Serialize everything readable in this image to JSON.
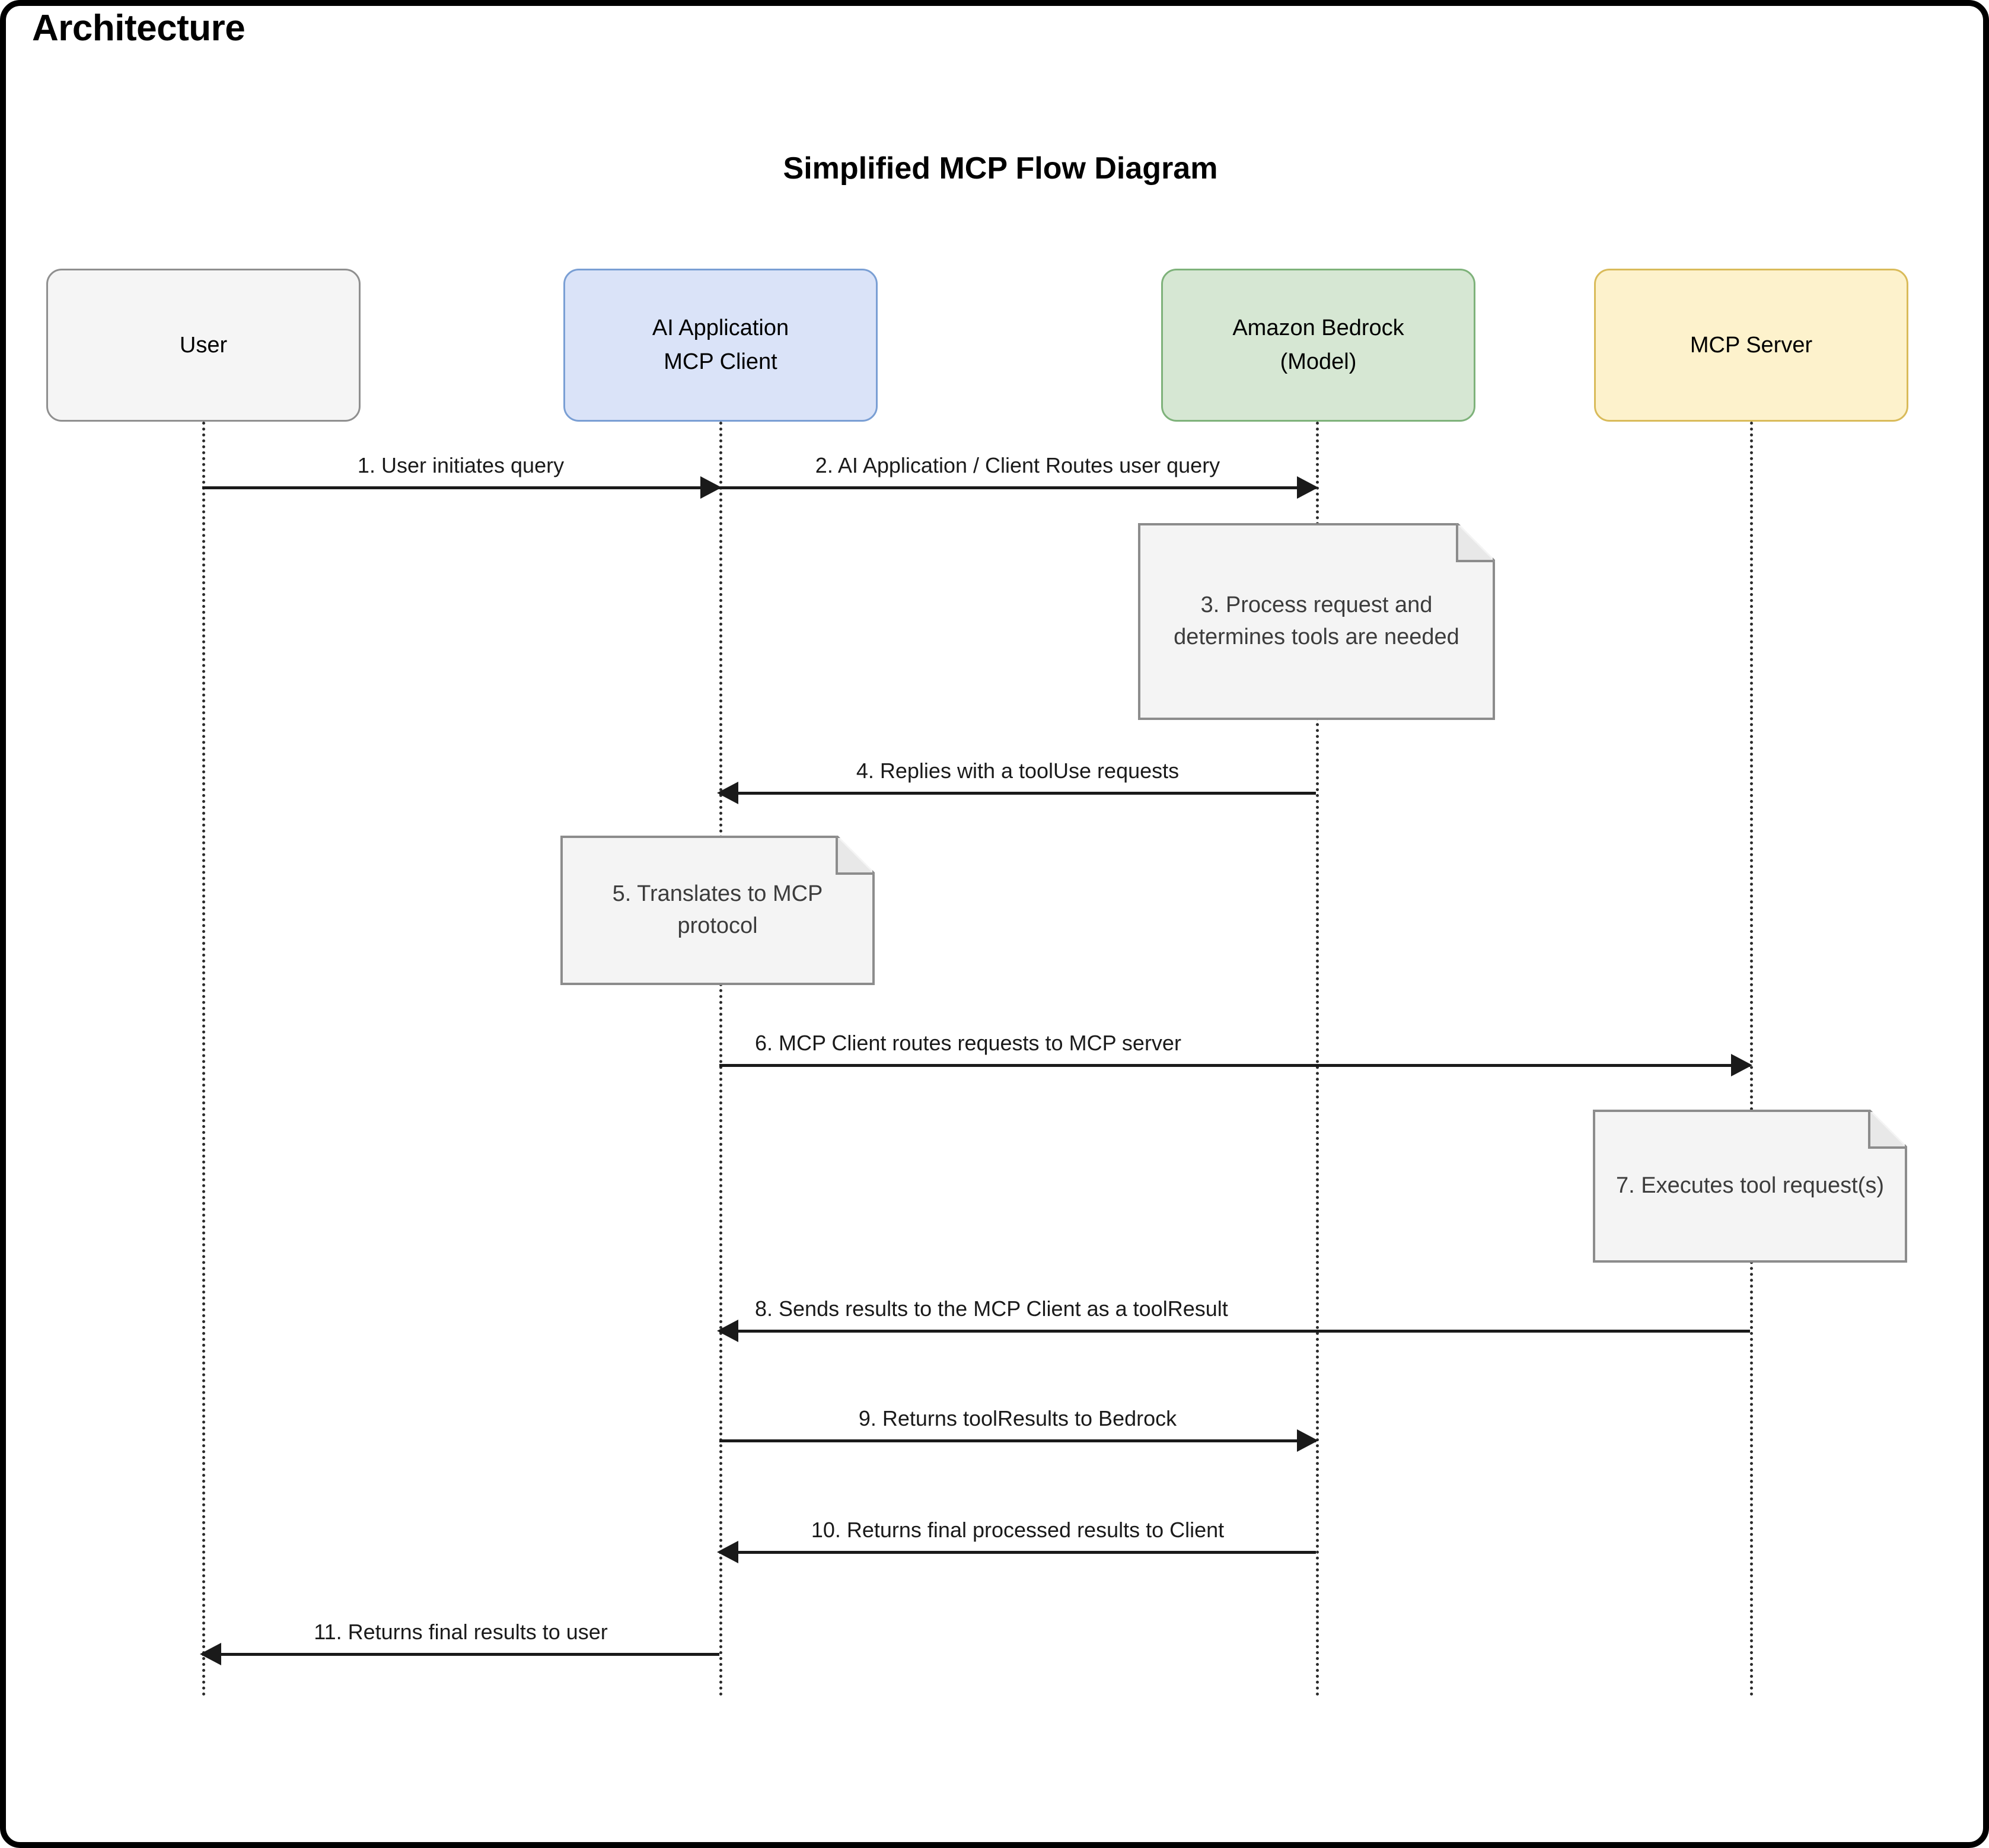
{
  "page": {
    "section_heading": "Architecture",
    "diagram_title": "Simplified MCP Flow Diagram",
    "frame_border_color": "#000000",
    "background_color": "#ffffff"
  },
  "diagram": {
    "type": "sequence-diagram",
    "participants": [
      {
        "id": "user",
        "line1": "User",
        "line2": "",
        "fill": "#f5f5f5",
        "stroke": "#8f8f8f"
      },
      {
        "id": "mcp-client",
        "line1": "AI Application",
        "line2": "MCP Client",
        "fill": "#dae3f8",
        "stroke": "#7a9fd4"
      },
      {
        "id": "bedrock",
        "line1": "Amazon Bedrock",
        "line2": "(Model)",
        "fill": "#d6e7d3",
        "stroke": "#7eb27a"
      },
      {
        "id": "mcp-server",
        "line1": "MCP Server",
        "line2": "",
        "fill": "#fdf2cc",
        "stroke": "#d9bb5a"
      }
    ],
    "messages": [
      {
        "n": 1,
        "label": "1. User initiates query",
        "from": "user",
        "to": "mcp-client",
        "direction": "right"
      },
      {
        "n": 2,
        "label": "2. AI Application / Client Routes user query",
        "from": "mcp-client",
        "to": "bedrock",
        "direction": "right"
      },
      {
        "n": 4,
        "label": "4. Replies with a toolUse requests",
        "from": "bedrock",
        "to": "mcp-client",
        "direction": "left"
      },
      {
        "n": 6,
        "label": "6. MCP Client routes requests to MCP server",
        "from": "mcp-client",
        "to": "mcp-server",
        "direction": "right"
      },
      {
        "n": 8,
        "label": "8. Sends results to the MCP Client as a toolResult",
        "from": "mcp-server",
        "to": "mcp-client",
        "direction": "left"
      },
      {
        "n": 9,
        "label": "9. Returns toolResults to Bedrock",
        "from": "mcp-client",
        "to": "bedrock",
        "direction": "right"
      },
      {
        "n": 10,
        "label": "10. Returns final processed results to Client",
        "from": "bedrock",
        "to": "mcp-client",
        "direction": "left"
      },
      {
        "n": 11,
        "label": "11. Returns final results to user",
        "from": "mcp-client",
        "to": "user",
        "direction": "left"
      }
    ],
    "notes": [
      {
        "n": 3,
        "over": "bedrock",
        "text": "3. Process request and determines tools are needed"
      },
      {
        "n": 5,
        "over": "mcp-client",
        "text": "5. Translates to MCP protocol"
      },
      {
        "n": 7,
        "over": "mcp-server",
        "text": "7. Executes tool request(s)"
      }
    ]
  }
}
